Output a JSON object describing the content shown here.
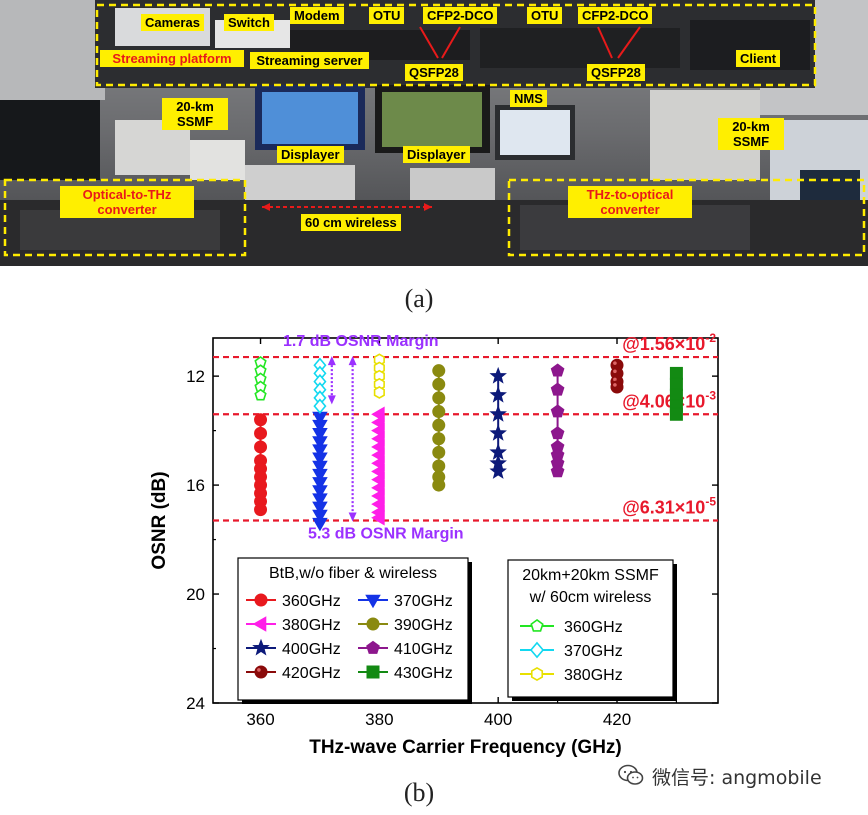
{
  "figure_a": {
    "caption": "(a)",
    "labels": {
      "cameras": "Cameras",
      "switch": "Switch",
      "modem": "Modem",
      "otu1": "OTU",
      "cfp1": "CFP2-DCO",
      "otu2": "OTU",
      "cfp2": "CFP2-DCO",
      "streaming_platform": "Streaming platform",
      "streaming_server": "Streaming server",
      "qsfp1": "QSFP28",
      "qsfp2": "QSFP28",
      "client": "Client",
      "ssmf1": "20-km SSMF",
      "nms": "NMS",
      "ssmf2": "20-km SSMF",
      "displayer1": "Displayer",
      "displayer2": "Displayer",
      "o2t": "Optical-to-THz converter",
      "wireless": "60 cm wireless",
      "t2o": "THz-to-optical converter"
    }
  },
  "figure_b": {
    "caption": "(b)"
  },
  "watermark": "微信号: angmobile",
  "chart_data": {
    "type": "scatter",
    "xlabel": "THz-wave Carrier Frequency (GHz)",
    "ylabel": "OSNR (dB)",
    "xlim": [
      352,
      437
    ],
    "ylim": [
      24,
      10.6
    ],
    "y_reversed": true,
    "xticks": [
      "360",
      "380",
      "400",
      "420"
    ],
    "yticks": [
      "12",
      "16",
      "20",
      "24"
    ],
    "grid": false,
    "thresholds": [
      {
        "y": 11.3,
        "label": "@1.56×10",
        "exp": "-2",
        "color": "#e8192c"
      },
      {
        "y": 13.4,
        "label": "@4.06×10",
        "exp": "-3",
        "color": "#e8192c"
      },
      {
        "y": 17.3,
        "label": "@6.31×10",
        "exp": "-5",
        "color": "#e8192c"
      }
    ],
    "margins": [
      {
        "label": "1.7 dB OSNR Margin",
        "x": 372,
        "y_from": 11.3,
        "y_to": 13.0,
        "color": "#9b30ff"
      },
      {
        "label": "5.3 dB OSNR Margin",
        "x": 375.5,
        "y_from": 11.3,
        "y_to": 17.3,
        "color": "#9b30ff"
      }
    ],
    "legend_left": {
      "title": "BtB,w/o fiber & wireless",
      "placement": "bottom-left"
    },
    "legend_right": {
      "title_line1": "20km+20km SSMF",
      "title_line2": "w/ 60cm wireless",
      "placement": "bottom-right"
    },
    "series": [
      {
        "name": "360GHz",
        "group": "btb",
        "marker": "circle",
        "color": "#e8191e",
        "filled": true,
        "x": 360,
        "values": [
          13.6,
          14.1,
          14.6,
          15.1,
          15.4,
          15.7,
          16.0,
          16.3,
          16.6,
          16.9
        ]
      },
      {
        "name": "370GHz",
        "group": "btb",
        "marker": "triangle-down",
        "color": "#1433e6",
        "filled": true,
        "x": 370,
        "values": [
          13.5,
          13.8,
          14.1,
          14.4,
          14.7,
          15.0,
          15.3,
          15.6,
          15.9,
          16.2,
          16.5,
          16.8,
          17.1,
          17.4
        ]
      },
      {
        "name": "380GHz",
        "group": "btb",
        "marker": "triangle-left",
        "color": "#ff1fe8",
        "filled": true,
        "x": 380,
        "values": [
          13.4,
          13.7,
          14.0,
          14.3,
          14.6,
          14.9,
          15.2,
          15.5,
          15.8,
          16.1,
          16.4,
          16.7,
          17.0,
          17.2
        ]
      },
      {
        "name": "390GHz",
        "group": "btb",
        "marker": "circle",
        "color": "#8a8a10",
        "filled": true,
        "x": 390,
        "values": [
          11.8,
          12.3,
          12.8,
          13.3,
          13.8,
          14.3,
          14.8,
          15.3,
          15.7,
          16.0
        ]
      },
      {
        "name": "400GHz",
        "group": "btb",
        "marker": "star",
        "color": "#0d1a7a",
        "filled": true,
        "x": 400,
        "values": [
          12.0,
          12.7,
          13.4,
          14.1,
          14.8,
          15.2,
          15.5
        ]
      },
      {
        "name": "410GHz",
        "group": "btb",
        "marker": "pentagon",
        "color": "#8d178d",
        "filled": true,
        "x": 410,
        "values": [
          11.8,
          12.5,
          13.3,
          14.1,
          14.6,
          14.9,
          15.2,
          15.5
        ]
      },
      {
        "name": "420GHz",
        "group": "btb",
        "marker": "ball",
        "color": "#8a0a0a",
        "filled": true,
        "x": 420,
        "values": [
          11.6,
          11.9,
          12.2,
          12.4
        ]
      },
      {
        "name": "430GHz",
        "group": "btb",
        "marker": "square",
        "color": "#138a13",
        "filled": true,
        "x": 430,
        "values": [
          11.9,
          12.3,
          12.7,
          13.1,
          13.4
        ]
      },
      {
        "name": "360GHz",
        "group": "fiber",
        "marker": "pentagon",
        "color": "#22e622",
        "filled": false,
        "x": 360,
        "values": [
          11.5,
          11.8,
          12.1,
          12.4,
          12.7
        ]
      },
      {
        "name": "370GHz",
        "group": "fiber",
        "marker": "diamond",
        "color": "#12d8f0",
        "filled": false,
        "x": 370,
        "values": [
          11.6,
          11.9,
          12.2,
          12.5,
          12.8,
          13.1
        ]
      },
      {
        "name": "380GHz",
        "group": "fiber",
        "marker": "hexagon",
        "color": "#e8e000",
        "filled": false,
        "x": 380,
        "values": [
          11.4,
          11.7,
          12.0,
          12.3,
          12.6
        ]
      }
    ]
  }
}
